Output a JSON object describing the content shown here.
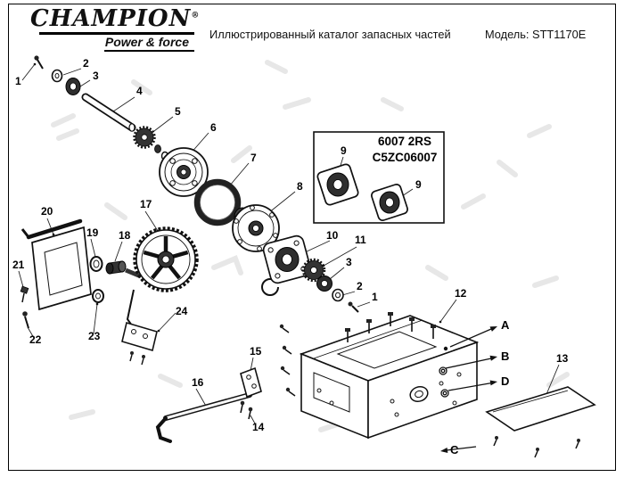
{
  "header": {
    "brand": "CHAMPION",
    "registered_mark": "®",
    "tagline": "Power & force",
    "catalog_title": "Иллюстрированный каталог запасных частей",
    "model": "Модель: STT1170E"
  },
  "callout": {
    "bearing_code": "6007 2RS",
    "part_code": "C5ZC06007"
  },
  "part_labels": [
    "1",
    "2",
    "3",
    "4",
    "5",
    "6",
    "7",
    "8",
    "9",
    "9",
    "10",
    "11",
    "3",
    "2",
    "1",
    "12",
    "13",
    "14",
    "15",
    "16",
    "17",
    "18",
    "19",
    "20",
    "21",
    "22",
    "23",
    "24"
  ],
  "direction_labels": [
    "A",
    "B",
    "C",
    "D"
  ]
}
